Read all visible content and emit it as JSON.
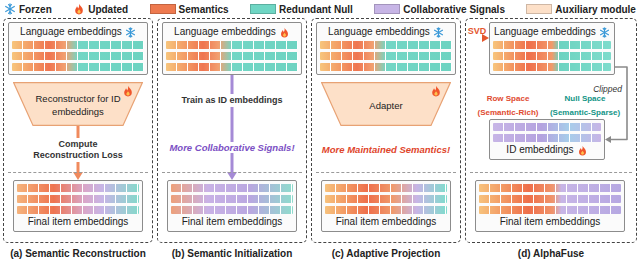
{
  "diagram": {
    "nodes": [
      {
        "text": [
          "(a) Semantic Reconstruction"
        ]
      },
      {
        "text": [
          "Language embeddings"
        ],
        "in": 0
      },
      {
        "text": [
          "Reconstructor for ID embeddings"
        ],
        "in": 0
      },
      {
        "text": [
          "Final item embeddings"
        ],
        "in": 0
      },
      {
        "text": [
          "(b) Semantic Initialization"
        ]
      },
      {
        "text": [
          "Language embeddings"
        ],
        "in": 4
      },
      {
        "text": [
          "Final item embeddings"
        ],
        "in": 4
      },
      {
        "text": [
          "(c) Adaptive Projection"
        ]
      },
      {
        "text": [
          "Language embeddings"
        ],
        "in": 7
      },
      {
        "text": [
          "Adapter"
        ],
        "in": 7
      },
      {
        "text": [
          "Final item embeddings"
        ],
        "in": 7
      },
      {
        "text": [
          "(d) AlphaFuse"
        ]
      },
      {
        "text": [
          "Language embeddings"
        ],
        "in": 11
      },
      {
        "text": [
          "ID embeddings"
        ],
        "in": 11
      },
      {
        "text": [
          "Final item embeddings"
        ],
        "in": 11
      }
    ],
    "edges": [
      {
        "from": 2,
        "to": 3,
        "label": "Compute Reconstruction Loss",
        "arrow": "to"
      },
      {
        "from": 5,
        "to": 6,
        "label": "Train as ID embeddings",
        "arrow": "to"
      },
      {
        "from": 12,
        "to": 13,
        "label": "Clipped",
        "arrow": "to"
      }
    ],
    "labels": [
      "More Collaborative Signals!",
      "More Maintained Semantics!",
      "SVD",
      "Row Space (Semantic-Rich)",
      "Null Space (Semantic-Sparse)"
    ],
    "legend": [
      {
        "text": "Forzen"
      },
      {
        "text": "Updated"
      },
      {
        "text": "Semantics",
        "color": "#ee7a4f"
      },
      {
        "text": "Redundant Null",
        "color": "#6fd6c4"
      },
      {
        "text": "Collaborative Signals",
        "color": "#c7b5e6"
      },
      {
        "text": "Auxiliary module",
        "color": "#fde0c8"
      }
    ]
  }
}
